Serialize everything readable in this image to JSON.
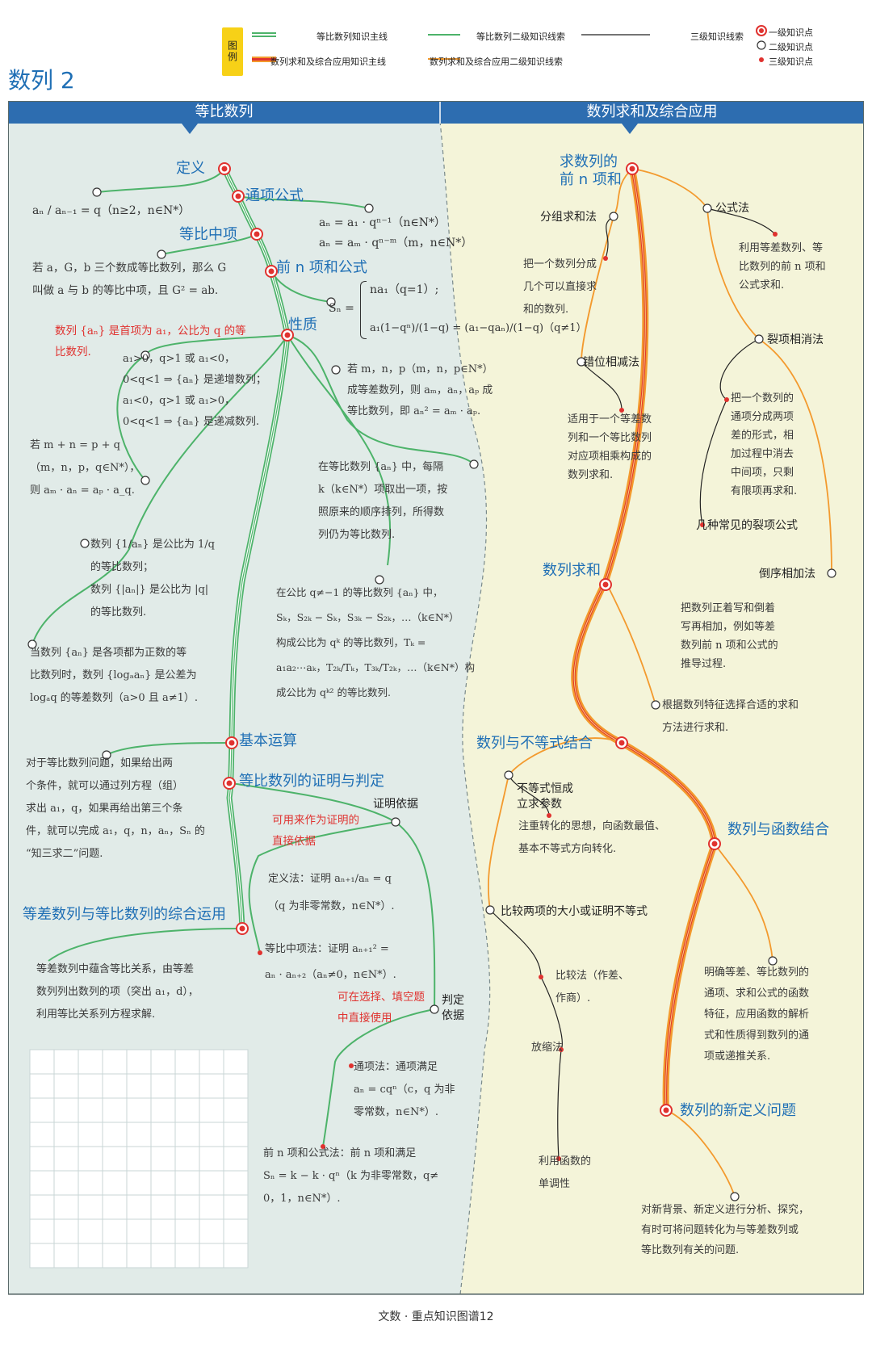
{
  "page_title": "数列 2",
  "footer": "文数 · 重点知识图谱12",
  "legend": {
    "tag": "图例",
    "geo_main": "等比数列知识主线",
    "geo_second": "等比数列二级知识线索",
    "sum_main": "数列求和及综合应用知识主线",
    "sum_second": "数列求和及综合应用二级知识线索",
    "third": "三级知识线索",
    "lvl1": "一级知识点",
    "lvl2": "二级知识点",
    "lvl3": "三级知识点"
  },
  "colors": {
    "blue_head": "#2d6db0",
    "left_bg": "#e1ebe8",
    "right_bg": "#f4f4d9",
    "green": "#4db36a",
    "orange": "#f39a2e",
    "red": "#e0322f"
  },
  "left": {
    "header": "等比数列",
    "def": {
      "title": "定义",
      "formula": "aₙ / aₙ₋₁ = q（n≥2，n∈N*）"
    },
    "general": {
      "title": "通项公式",
      "f1": "aₙ = a₁ · qⁿ⁻¹（n∈N*）",
      "f2": "aₙ = aₘ · qⁿ⁻ᵐ（m，n∈N*）"
    },
    "mid": {
      "title": "等比中项",
      "l1": "若 a，G，b 三个数成等比数列，那么 G",
      "l2": "叫做 a 与 b 的等比中项，且 G² = ab."
    },
    "sum": {
      "title": "前 n 项和公式",
      "c1": "na₁（q=1）;",
      "c2": "a₁(1−qⁿ)/(1−q) = (a₁−qaₙ)/(1−q)（q≠1）",
      "lhs": "Sₙ ="
    },
    "prop": {
      "title": "性质",
      "red": "数列 {aₙ} 是首项为 a₁，公比为 q 的等比数列.",
      "mono": [
        "a₁>0，q>1 或 a₁<0，",
        "0<q<1 ⇒ {aₙ} 是递增数列；",
        "a₁<0，q>1 或 a₁>0，",
        "0<q<1 ⇒ {aₙ} 是递减数列."
      ],
      "mnpq": [
        "若 m + n = p + q",
        "（m，n，p，q∈N*），",
        "则 aₘ · aₙ = aₚ · a_q."
      ],
      "mnp": [
        "若 m，n，p（m，n，p∈N*）",
        "成等差数列，则 aₘ，aₙ，aₚ 成",
        "等比数列，即 aₙ² = aₘ · aₚ."
      ],
      "sub": [
        "在等比数列 {aₙ} 中，每隔",
        "k（k∈N*）项取出一项，按",
        "照原来的顺序排列，所得数",
        "列仍为等比数列."
      ],
      "recip": [
        "数列 {1/aₙ} 是公比为 1/q",
        "的等比数列；",
        "数列 {|aₙ|} 是公比为 |q|",
        "的等比数列."
      ],
      "seg": [
        "在公比 q≠−1 的等比数列 {aₙ} 中，",
        "Sₖ，S₂ₖ − Sₖ，S₃ₖ − S₂ₖ，…（k∈N*）",
        "构成公比为 qᵏ 的等比数列，Tₖ =",
        "a₁a₂⋯aₖ，T₂ₖ/Tₖ，T₃ₖ/T₂ₖ，…（k∈N*）构",
        "成公比为 qᵏ² 的等比数列."
      ],
      "log": [
        "当数列 {aₙ} 是各项都为正数的等",
        "比数列时，数列 {logₐaₙ} 是公差为",
        "logₐq 的等差数列（a>0 且 a≠1）."
      ]
    },
    "basic": {
      "title": "基本运算",
      "lines": [
        "对于等比数列问题，如果给出两",
        "个条件，就可以通过列方程（组）",
        "求出 a₁，q，如果再给出第三个条",
        "件，就可以完成 a₁，q，n，aₙ，Sₙ 的",
        "“知三求二”问题."
      ]
    },
    "proof": {
      "title": "等比数列的证明与判定",
      "basis": "证明依据",
      "red1": "可用来作为证明的直接依据",
      "defm": [
        "定义法：证明 aₙ₊₁/aₙ = q",
        "（q 为非零常数，n∈N*）."
      ],
      "midm": [
        "等比中项法：证明 aₙ₊₁² =",
        "aₙ · aₙ₊₂（aₙ≠0，n∈N*）."
      ],
      "judge": "判定依据",
      "red2": "可在选择、填空题中直接使用",
      "genm": [
        "通项法：通项满足",
        "aₙ = cqⁿ（c，q 为非",
        "零常数，n∈N*）."
      ],
      "summ": [
        "前 n 项和公式法：前 n 项和满足",
        "Sₙ = k − k · qⁿ（k 为非零常数，q≠",
        "0，1，n∈N*）."
      ]
    },
    "comp": {
      "title": "等差数列与等比数列的综合运用",
      "lines": [
        "等差数列中蕴含等比关系，由等差",
        "数列列出数列的项（突出 a₁，d），",
        "利用等比关系列方程求解."
      ]
    }
  },
  "right": {
    "header": "数列求和及综合应用",
    "top": {
      "title1": "求数列的",
      "title2": "前 n 项和"
    },
    "group": {
      "title": "分组求和法",
      "lines": [
        "把一个数列分成",
        "几个可以直接求",
        "和的数列."
      ]
    },
    "shift": {
      "title": "错位相减法",
      "lines": [
        "适用于一个等差数",
        "列和一个等比数列",
        "对应项相乘构成的",
        "数列求和."
      ]
    },
    "formula": {
      "title": "公式法",
      "lines": [
        "利用等差数列、等",
        "比数列的前 n 项和",
        "公式求和."
      ]
    },
    "split": {
      "title": "裂项相消法",
      "lines": [
        "把一个数列的",
        "通项分成两项",
        "差的形式，相",
        "加过程中消去",
        "中间项，只剩",
        "有限项再求和."
      ],
      "common": "几种常见的裂项公式"
    },
    "reverse": {
      "title": "倒序相加法",
      "lines": [
        "把数列正着写和倒着",
        "写再相加，例如等差",
        "数列前 n 项和公式的",
        "推导过程."
      ]
    },
    "seqsum": {
      "title": "数列求和",
      "choose": [
        "根据数列特征选择合适的求和",
        "方法进行求和."
      ]
    },
    "ineq": {
      "title": "数列与不等式结合",
      "const1": "不等式恒成",
      "const2": "立求参数",
      "const_lines": [
        "注重转化的思想，向函数最值、",
        "基本不等式方向转化."
      ],
      "compare": "比较两项的大小或证明不等式",
      "cmp_m": [
        "比较法（作差、",
        "作商）."
      ],
      "scale": "放缩法",
      "mono": [
        "利用函数的",
        "单调性"
      ]
    },
    "func": {
      "title": "数列与函数结合",
      "lines": [
        "明确等差、等比数列的",
        "通项、求和公式的函数",
        "特征，应用函数的解析",
        "式和性质得到数列的通",
        "项或递推关系."
      ]
    },
    "newdef": {
      "title": "数列的新定义问题",
      "lines": [
        "对新背景、新定义进行分析、探究，",
        "有时可将问题转化为与等差数列或",
        "等比数列有关的问题."
      ]
    }
  }
}
